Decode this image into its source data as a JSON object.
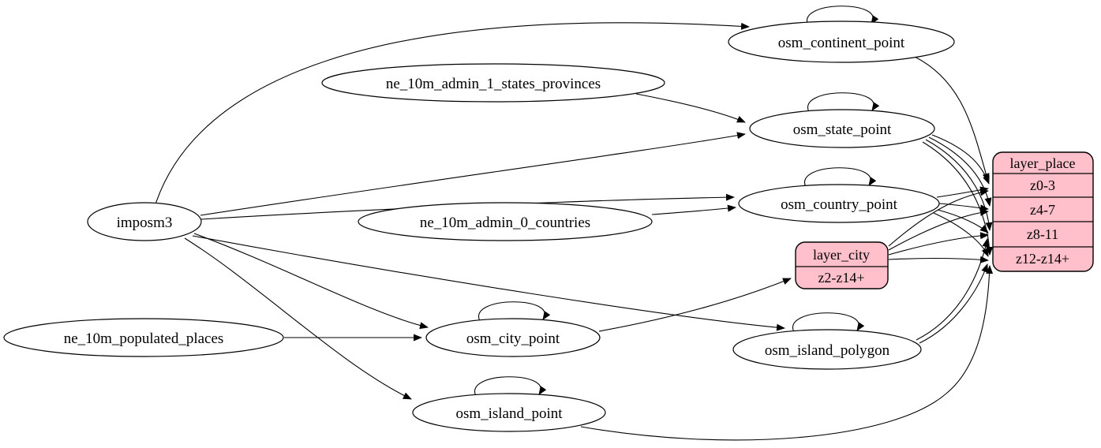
{
  "diagram": {
    "kind": "etl-dependency-graph",
    "direction": "LR",
    "colors": {
      "background": "#ffffff",
      "node_fill": "#ffffff",
      "record_fill": "#ffc0cb",
      "stroke": "#000000",
      "edge": "#000000"
    },
    "nodes": [
      {
        "id": "imposm3",
        "label": "imposm3"
      },
      {
        "id": "ne_10m_admin_1_states_provinces",
        "label": "ne_10m_admin_1_states_provinces"
      },
      {
        "id": "ne_10m_admin_0_countries",
        "label": "ne_10m_admin_0_countries"
      },
      {
        "id": "ne_10m_populated_places",
        "label": "ne_10m_populated_places"
      },
      {
        "id": "osm_continent_point",
        "label": "osm_continent_point"
      },
      {
        "id": "osm_state_point",
        "label": "osm_state_point"
      },
      {
        "id": "osm_country_point",
        "label": "osm_country_point"
      },
      {
        "id": "osm_city_point",
        "label": "osm_city_point"
      },
      {
        "id": "osm_island_polygon",
        "label": "osm_island_polygon"
      },
      {
        "id": "osm_island_point",
        "label": "osm_island_point"
      }
    ],
    "records": [
      {
        "id": "layer_city",
        "title": "layer_city",
        "rows": [
          "z2-z14+"
        ]
      },
      {
        "id": "layer_place",
        "title": "layer_place",
        "rows": [
          "z0-3",
          "z4-7",
          "z8-11",
          "z12-z14+"
        ]
      }
    ],
    "edges": [
      {
        "from": "imposm3",
        "to": "osm_continent_point"
      },
      {
        "from": "imposm3",
        "to": "osm_state_point"
      },
      {
        "from": "imposm3",
        "to": "osm_country_point"
      },
      {
        "from": "imposm3",
        "to": "osm_city_point"
      },
      {
        "from": "imposm3",
        "to": "osm_island_polygon"
      },
      {
        "from": "imposm3",
        "to": "osm_island_point"
      },
      {
        "from": "ne_10m_admin_1_states_provinces",
        "to": "osm_state_point"
      },
      {
        "from": "ne_10m_admin_0_countries",
        "to": "osm_country_point"
      },
      {
        "from": "ne_10m_populated_places",
        "to": "osm_city_point"
      },
      {
        "from": "osm_continent_point",
        "to": "osm_continent_point"
      },
      {
        "from": "osm_state_point",
        "to": "osm_state_point"
      },
      {
        "from": "osm_country_point",
        "to": "osm_country_point"
      },
      {
        "from": "osm_city_point",
        "to": "osm_city_point"
      },
      {
        "from": "osm_island_polygon",
        "to": "osm_island_polygon"
      },
      {
        "from": "osm_island_point",
        "to": "osm_island_point"
      },
      {
        "from": "osm_city_point",
        "to": "layer_city:z2-z14+"
      },
      {
        "from": "osm_continent_point",
        "to": "layer_place:z0-3"
      },
      {
        "from": "osm_state_point",
        "to": "layer_place:z0-3"
      },
      {
        "from": "osm_state_point",
        "to": "layer_place:z4-7"
      },
      {
        "from": "osm_state_point",
        "to": "layer_place:z8-11"
      },
      {
        "from": "osm_state_point",
        "to": "layer_place:z12-z14+"
      },
      {
        "from": "osm_country_point",
        "to": "layer_place:z0-3"
      },
      {
        "from": "osm_country_point",
        "to": "layer_place:z4-7"
      },
      {
        "from": "osm_country_point",
        "to": "layer_place:z8-11"
      },
      {
        "from": "osm_country_point",
        "to": "layer_place:z12-z14+"
      },
      {
        "from": "layer_city",
        "to": "layer_place:z0-3"
      },
      {
        "from": "layer_city",
        "to": "layer_place:z4-7"
      },
      {
        "from": "layer_city",
        "to": "layer_place:z8-11"
      },
      {
        "from": "layer_city",
        "to": "layer_place:z12-z14+"
      },
      {
        "from": "osm_island_polygon",
        "to": "layer_place:z8-11"
      },
      {
        "from": "osm_island_polygon",
        "to": "layer_place:z12-z14+"
      },
      {
        "from": "osm_island_point",
        "to": "layer_place:z12-z14+"
      }
    ]
  }
}
